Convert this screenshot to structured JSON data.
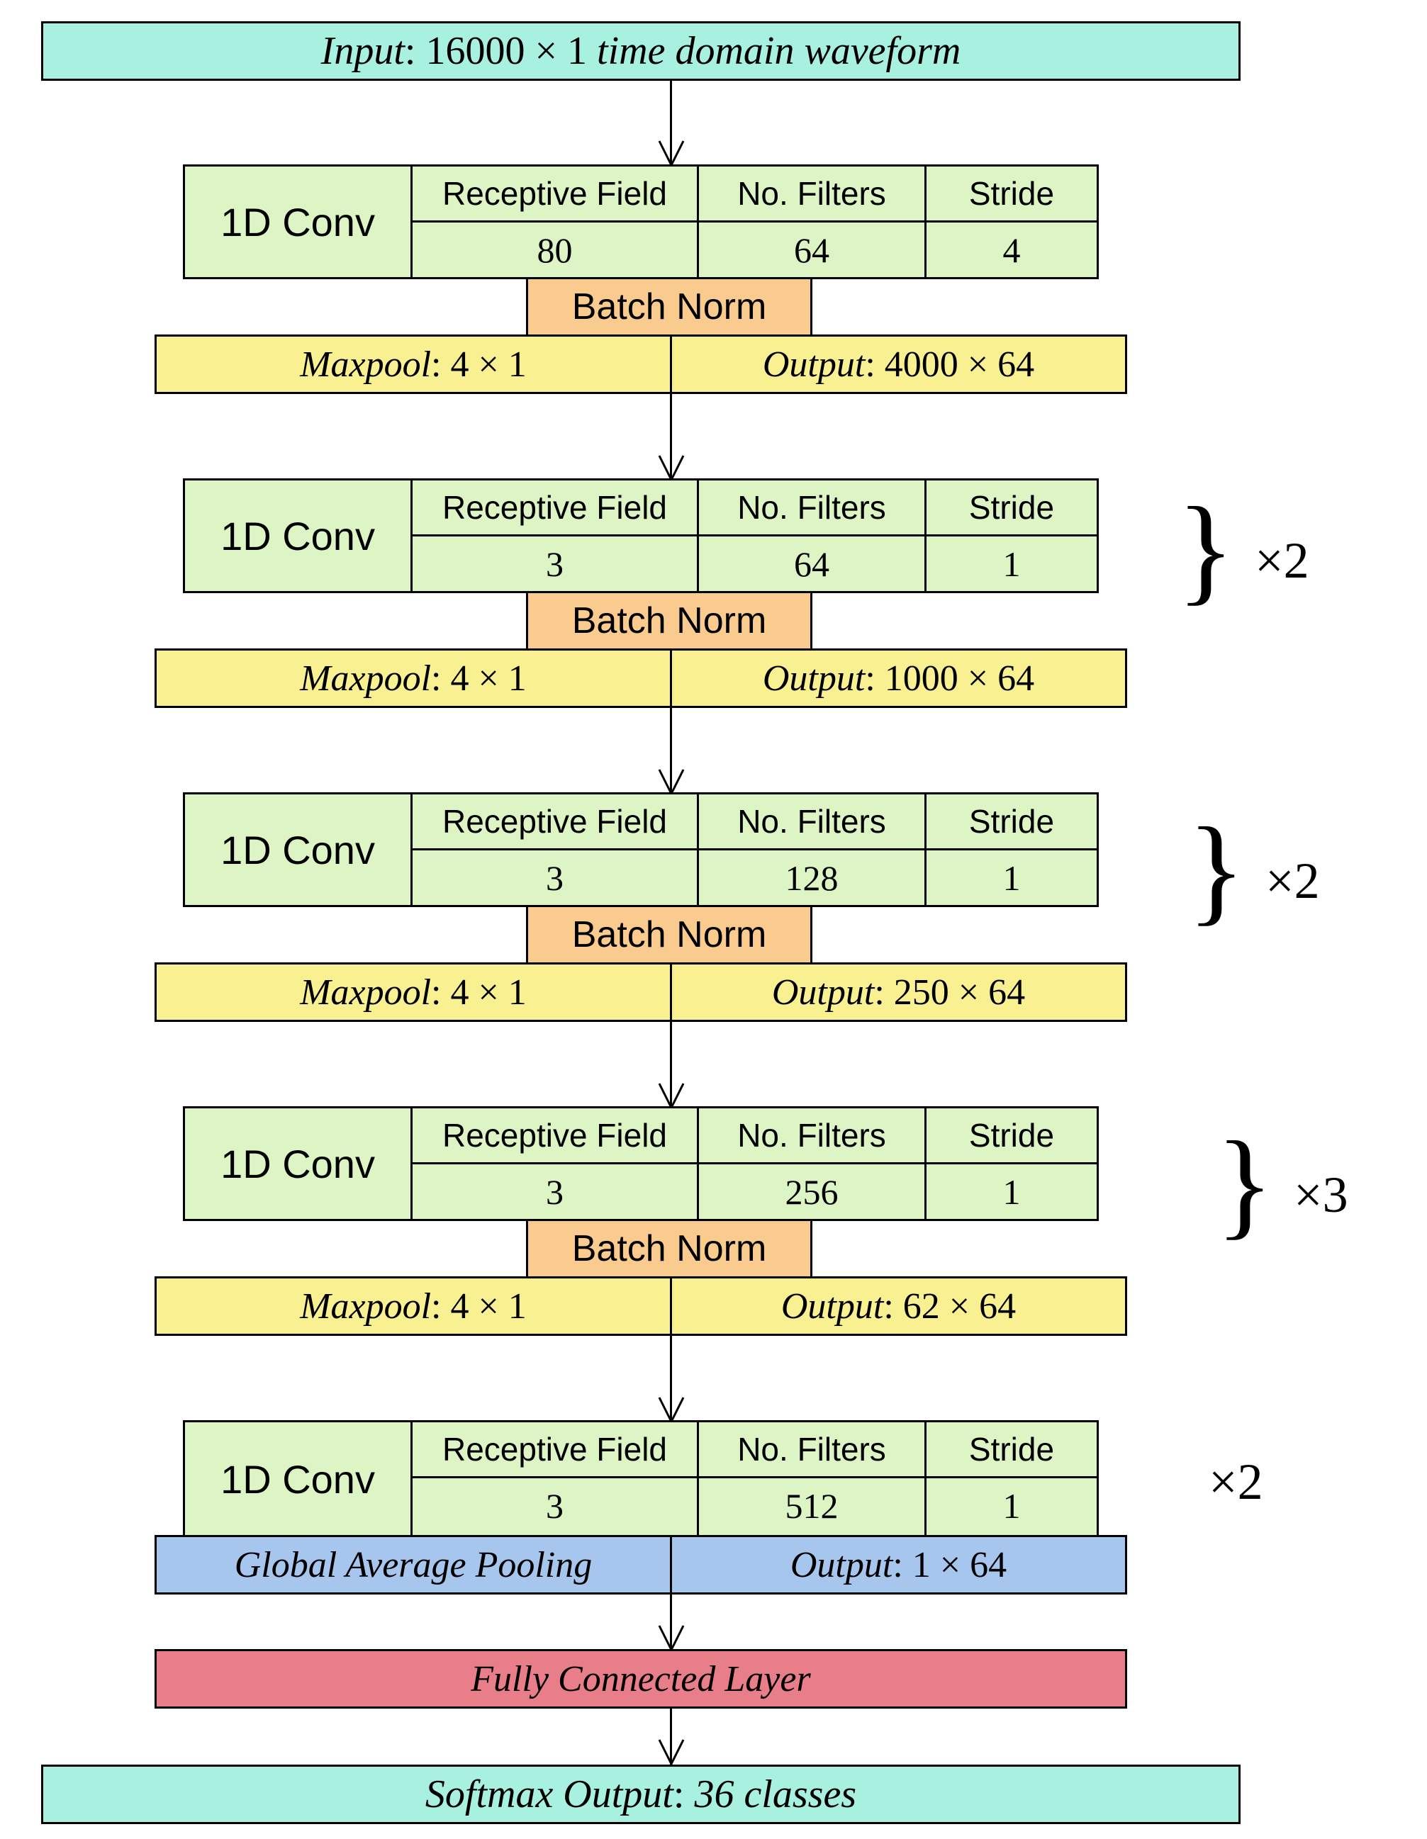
{
  "input": {
    "label": "Input",
    "value": "16000 × 1",
    "desc": "time domain waveform"
  },
  "table_headers": {
    "receptive_field": "Receptive Field",
    "no_filters": "No. Filters",
    "stride": "Stride"
  },
  "conv_label": "1D Conv",
  "batch_norm_label": "Batch Norm",
  "maxpool_label": "Maxpool",
  "output_label": "Output",
  "blocks": [
    {
      "rf": "80",
      "filters": "64",
      "stride": "4",
      "maxpool": "4 × 1",
      "output": "4000 × 64",
      "repeat": ""
    },
    {
      "rf": "3",
      "filters": "64",
      "stride": "1",
      "maxpool": "4 × 1",
      "output": "1000 × 64",
      "repeat": "×2"
    },
    {
      "rf": "3",
      "filters": "128",
      "stride": "1",
      "maxpool": "4 × 1",
      "output": "250 × 64",
      "repeat": "×2"
    },
    {
      "rf": "3",
      "filters": "256",
      "stride": "1",
      "maxpool": "4 × 1",
      "output": "62 × 64",
      "repeat": "×3"
    }
  ],
  "final_block": {
    "rf": "3",
    "filters": "512",
    "stride": "1",
    "repeat": "×2"
  },
  "gap": {
    "label": "Global Average Pooling",
    "output": "1 × 64"
  },
  "fc": {
    "label": "Fully Connected Layer"
  },
  "softmax": {
    "label": "Softmax Output",
    "value": "36 classes"
  }
}
